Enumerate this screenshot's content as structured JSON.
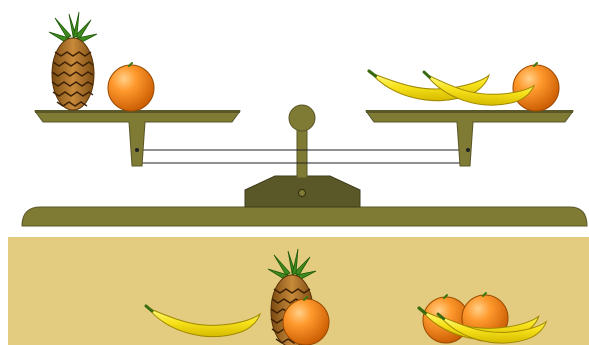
{
  "scene": {
    "background": "#ffffff",
    "scale_color": "#7f7a34",
    "scale_dark": "#5a5728",
    "tray_color": "#e3cc7f"
  },
  "left_pan": {
    "items": [
      {
        "type": "pineapple",
        "icon": "pineapple-icon"
      },
      {
        "type": "orange",
        "icon": "orange-icon"
      }
    ]
  },
  "right_pan": {
    "items": [
      {
        "type": "banana",
        "icon": "banana-icon"
      },
      {
        "type": "banana",
        "icon": "banana-icon"
      },
      {
        "type": "orange",
        "icon": "orange-icon"
      }
    ]
  },
  "tray": {
    "items": [
      {
        "type": "banana",
        "icon": "banana-icon"
      },
      {
        "type": "pineapple",
        "icon": "pineapple-icon"
      },
      {
        "type": "orange",
        "icon": "orange-icon"
      },
      {
        "type": "orange",
        "icon": "orange-icon"
      },
      {
        "type": "orange",
        "icon": "orange-icon"
      },
      {
        "type": "banana",
        "icon": "banana-icon"
      },
      {
        "type": "banana",
        "icon": "banana-icon"
      }
    ]
  }
}
